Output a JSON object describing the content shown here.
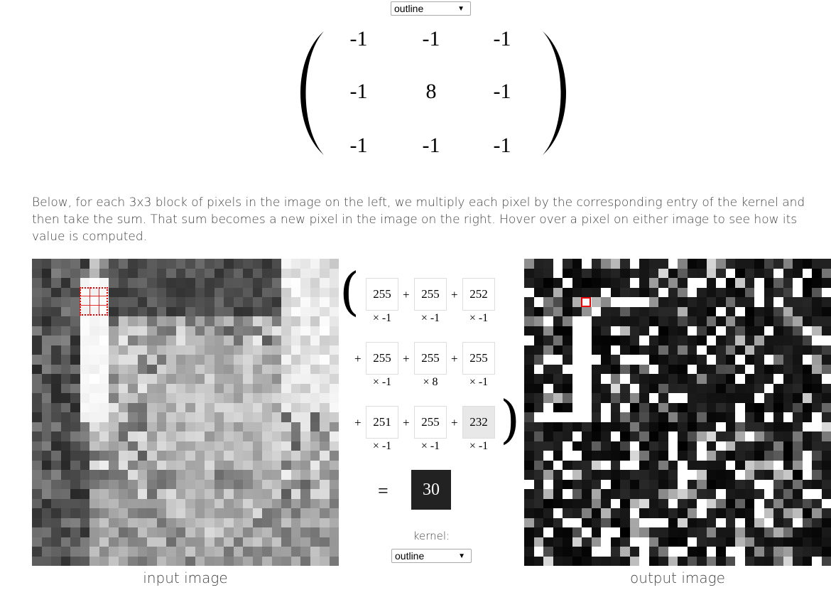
{
  "top_select": {
    "value": "outline"
  },
  "kernel_matrix": {
    "rows": [
      [
        "-1",
        "-1",
        "-1"
      ],
      [
        "-1",
        "8",
        "-1"
      ],
      [
        "-1",
        "-1",
        "-1"
      ]
    ]
  },
  "description": "Below, for each 3x3 block of pixels in the image on the left, we multiply each pixel by the corresponding entry of the kernel and then take the sum. That sum becomes a new pixel in the image on the right. Hover over a pixel on either image to see how its value is computed.",
  "input_caption": "input image",
  "output_caption": "output image",
  "calculation": {
    "rows": [
      {
        "values": [
          "255",
          "255",
          "252"
        ],
        "weights": [
          "× -1",
          "× -1",
          "× -1"
        ]
      },
      {
        "values": [
          "255",
          "255",
          "255"
        ],
        "weights": [
          "× -1",
          "× 8",
          "× -1"
        ]
      },
      {
        "values": [
          "251",
          "255",
          "232"
        ],
        "weights": [
          "× -1",
          "× -1",
          "× -1"
        ]
      }
    ],
    "plus": "+",
    "equals": "=",
    "result": "30"
  },
  "kernel_label": "kernel:",
  "bottom_select": {
    "value": "outline"
  }
}
